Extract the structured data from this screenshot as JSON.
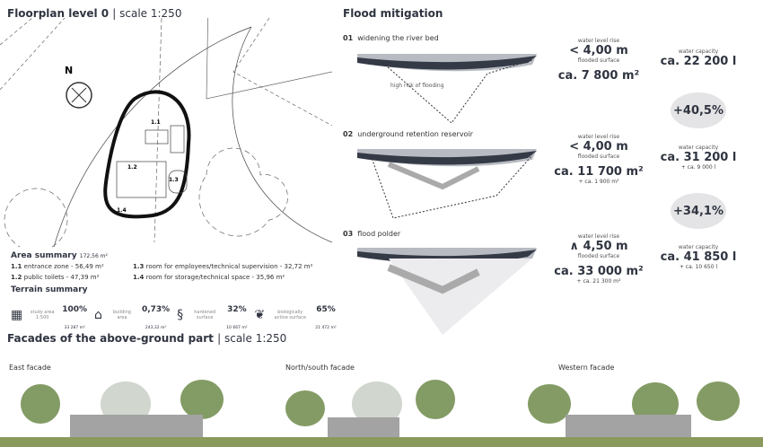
{
  "floorplan": {
    "title": "Floorplan level 0",
    "scale": "| scale 1:250",
    "north": "N",
    "rooms": [
      "1.1",
      "1.2",
      "1.3",
      "1.4"
    ],
    "area_summary": {
      "title": "Area summary",
      "total": "172,56 m²",
      "items": [
        {
          "num": "1.1",
          "text": "entrance zone - 56,49 m²"
        },
        {
          "num": "1.2",
          "text": "public toilets - 47,39 m²"
        },
        {
          "num": "1.3",
          "text": "room for employees/technical supervision - 32,72 m²"
        },
        {
          "num": "1.4",
          "text": "room for storage/technical space - 35,96 m²"
        }
      ]
    },
    "terrain_summary": {
      "title": "Terrain summary",
      "items": [
        {
          "icon": "map-icon",
          "label": "study area 1:500",
          "pct": "100%",
          "area": "33 287 m²"
        },
        {
          "icon": "building-icon",
          "label": "building area",
          "pct": "0,73%",
          "area": "243,32 m²"
        },
        {
          "icon": "road-icon",
          "label": "hardened surface",
          "pct": "32%",
          "area": "10 667 m²"
        },
        {
          "icon": "sprout-icon",
          "label": "biologically active surface",
          "pct": "65%",
          "area": "21 472 m²"
        }
      ]
    }
  },
  "flood": {
    "title": "Flood mitigation",
    "high_risk": "high risk of flooding",
    "rows": [
      {
        "num": "01",
        "title": "widening the river bed",
        "rise_label": "water level rise",
        "rise": "< 4,00 m",
        "surface_label": "flooded surface",
        "surface": "ca. 7 800 m²",
        "surface_add": "",
        "cap_label": "water capacity",
        "cap": "ca. 22 200 l",
        "cap_add": ""
      },
      {
        "num": "02",
        "title": "underground retention reservoir",
        "rise_label": "water level rise",
        "rise": "< 4,00 m",
        "surface_label": "flooded surface",
        "surface": "ca. 11 700 m²",
        "surface_add": "+ ca. 1 900 m²",
        "cap_label": "water capacity",
        "cap": "ca. 31 200 l",
        "cap_add": "+ ca. 9 000 l"
      },
      {
        "num": "03",
        "title": "flood polder",
        "rise_label": "water level rise",
        "rise": "∧ 4,50 m",
        "surface_label": "flooded surface",
        "surface": "ca. 33 000 m²",
        "surface_add": "+ ca. 21 300 m²",
        "cap_label": "water capacity",
        "cap": "ca. 41 850 l",
        "cap_add": "+ ca. 10 650 l"
      }
    ],
    "increases": [
      "+40,5%",
      "+34,1%"
    ]
  },
  "facades": {
    "title": "Facades of the above-ground part",
    "scale": "| scale 1:250",
    "items": [
      "East facade",
      "North/south facade",
      "Western facade"
    ]
  }
}
